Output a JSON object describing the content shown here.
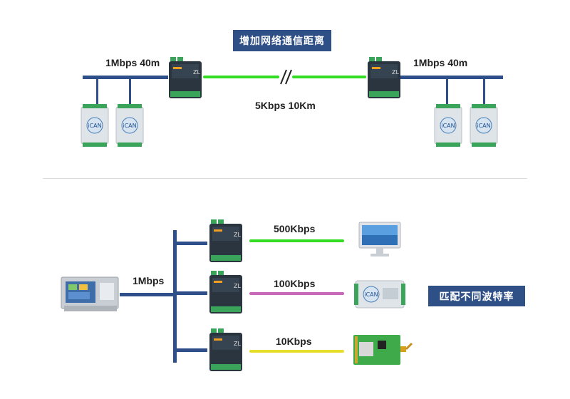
{
  "top": {
    "title": "增加网络通信距离",
    "left_speed": "1Mbps 40m",
    "right_speed": "1Mbps 40m",
    "link_speed": "5Kbps 10Km"
  },
  "bottom": {
    "title": "匹配不同波特率",
    "bus_speed": "1Mbps",
    "branches": [
      {
        "speed": "500Kbps",
        "color": "#33dd22"
      },
      {
        "speed": "100Kbps",
        "color": "#c768b9"
      },
      {
        "speed": "10Kbps",
        "color": "#e6de2a"
      }
    ]
  },
  "colors": {
    "bus": "#2e4f8a",
    "green_link": "#33dd22",
    "badge_bg": "#2f4f87"
  }
}
